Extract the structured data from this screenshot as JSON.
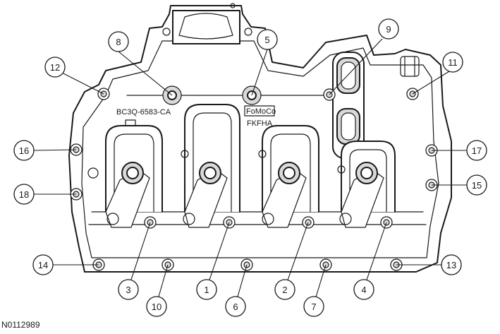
{
  "figure_id": "N0112989",
  "casting_marks": {
    "part_number": "BC3Q-6583-CA",
    "brand": "FoMoCo",
    "code": "FKFHA"
  },
  "callouts": [
    {
      "label": "8",
      "bolt": "upper"
    },
    {
      "label": "5",
      "bolt": "upper"
    },
    {
      "label": "9",
      "bolt": "upper"
    },
    {
      "label": "12",
      "bolt": "upper"
    },
    {
      "label": "11",
      "bolt": "upper"
    },
    {
      "label": "16",
      "bolt": "side"
    },
    {
      "label": "17",
      "bolt": "side"
    },
    {
      "label": "18",
      "bolt": "side"
    },
    {
      "label": "15",
      "bolt": "side"
    },
    {
      "label": "14",
      "bolt": "lower"
    },
    {
      "label": "13",
      "bolt": "lower"
    },
    {
      "label": "3",
      "bolt": "lower"
    },
    {
      "label": "1",
      "bolt": "lower"
    },
    {
      "label": "2",
      "bolt": "lower"
    },
    {
      "label": "4",
      "bolt": "lower"
    },
    {
      "label": "10",
      "bolt": "lower"
    },
    {
      "label": "6",
      "bolt": "lower"
    },
    {
      "label": "7",
      "bolt": "lower"
    }
  ]
}
